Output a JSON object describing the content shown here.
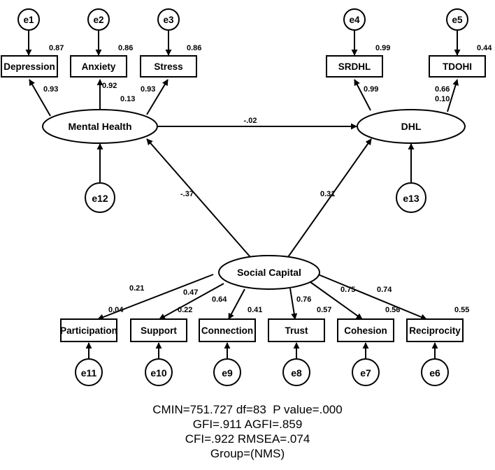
{
  "latent": {
    "mental_health": "Mental Health",
    "dhl": "DHL",
    "social_capital": "Social Capital"
  },
  "observed": {
    "depression": "Depression",
    "anxiety": "Anxiety",
    "stress": "Stress",
    "srdhl": "SRDHL",
    "tdohi": "TDOHI",
    "participation": "Participation",
    "support": "Support",
    "connection": "Connection",
    "trust": "Trust",
    "cohesion": "Cohesion",
    "reciprocity": "Reciprocity"
  },
  "errors": {
    "e1": "e1",
    "e2": "e2",
    "e3": "e3",
    "e4": "e4",
    "e5": "e5",
    "e6": "e6",
    "e7": "e7",
    "e8": "e8",
    "e9": "e9",
    "e10": "e10",
    "e11": "e11",
    "e12": "e12",
    "e13": "e13"
  },
  "r_squared": {
    "depression": "0.87",
    "anxiety": "0.86",
    "stress": "0.86",
    "srdhl": "0.99",
    "tdohi": "0.44",
    "participation": "0.04",
    "support": "0.22",
    "connection": "0.41",
    "trust": "0.57",
    "cohesion": "0.56",
    "reciprocity": "0.55",
    "dhl": "0.10",
    "mental_health": "0.13"
  },
  "loadings": {
    "depression": "0.93",
    "anxiety": "0.92",
    "stress": "0.93",
    "srdhl": "0.99",
    "tdohi": "0.66",
    "participation": "0.21",
    "support": "0.47",
    "connection": "0.64",
    "trust": "0.76",
    "cohesion": "0.75",
    "reciprocity": "0.74"
  },
  "paths": {
    "mh_to_dhl": "-.02",
    "sc_to_mh": "-.37",
    "sc_to_dhl": "0.31"
  },
  "fit": {
    "line1": "CMIN=751.727 df=83  P value=.000",
    "line2": "GFI=.911 AGFI=.859",
    "line3": "CFI=.922 RMSEA=.074",
    "line4": "Group=(NMS)"
  }
}
